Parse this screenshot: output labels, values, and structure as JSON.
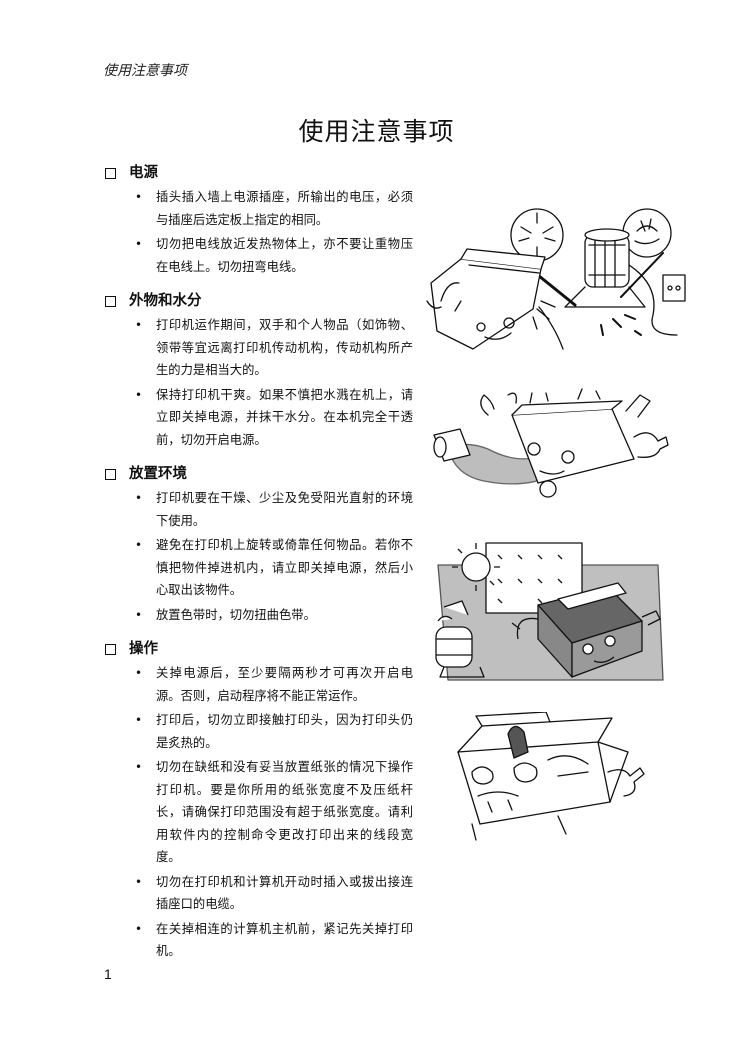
{
  "header": {
    "running_title": "使用注意事项"
  },
  "title": "使用注意事项",
  "sections": [
    {
      "heading": "电源",
      "items": [
        "插头插入墙上电源插座，所输出的电压，必须与插座后选定板上指定的相同。",
        "切勿把电线放近发热物体上，亦不要让重物压在电线上。切勿扭弯电线。"
      ]
    },
    {
      "heading": "外物和水分",
      "items": [
        "打印机运作期间，双手和个人物品（如饰物、领带等宜远离打印机传动机构，传动机构所产生的力是相当大的。",
        "保持打印机干爽。如果不慎把水溅在机上，请立即关掉电源，并抹干水分。在本机完全干透前，切勿开启电源。"
      ]
    },
    {
      "heading": "放置环境",
      "items": [
        "打印机要在干燥、少尘及免受阳光直射的环境下使用。",
        "避免在打印机上旋转或倚靠任何物品。若你不慎把物件掉进机内，请立即关掉电源，然后小心取出该物件。",
        "放置色带时，切勿扭曲色带。"
      ]
    },
    {
      "heading": "操作",
      "items": [
        "关掉电源后，至少要隔两秒才可再次开启电源。否则，启动程序将不能正常运作。",
        "打印后，切勿立即接触打印头，因为打印头仍是炙热的。",
        "切勿在缺纸和没有妥当放置纸张的情况下操作打印机。要是你所用的纸张宽度不及压纸杆长，请确保打印范围没有超于纸张宽度。请利用软件内的控制命令更改打印出来的线段宽度。",
        "切勿在打印机和计算机开动时插入或拔出接连插座口的电缆。",
        "在关掉相连的计算机主机前，紧记先关掉打印机。"
      ]
    }
  ],
  "icons": {
    "section_marker": "checkbox-icon",
    "list_marker": "bullet-icon"
  },
  "page_number": "1"
}
